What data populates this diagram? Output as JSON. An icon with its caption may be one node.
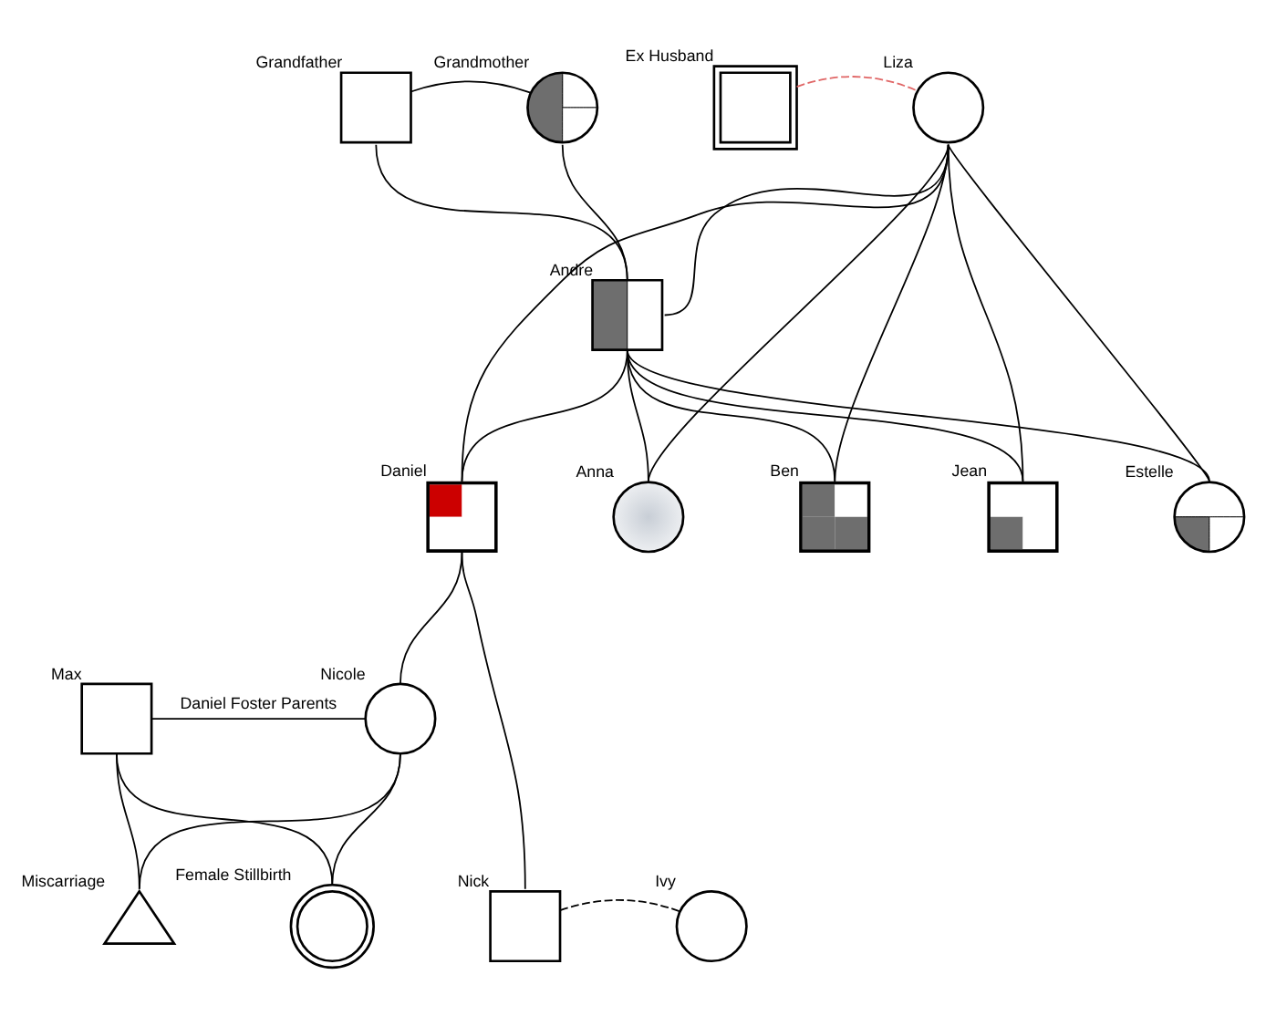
{
  "diagram": {
    "nodes": [
      {
        "text": [
          "Grandfather"
        ]
      },
      {
        "text": [
          "Grandmother"
        ]
      },
      {
        "text": [
          "Ex Husband"
        ]
      },
      {
        "text": [
          "Liza"
        ]
      },
      {
        "text": [
          "Andre"
        ]
      },
      {
        "text": [
          "Daniel"
        ]
      },
      {
        "text": [
          "Anna"
        ]
      },
      {
        "text": [
          "Ben"
        ]
      },
      {
        "text": [
          "Jean"
        ]
      },
      {
        "text": [
          "Estelle"
        ]
      },
      {
        "text": [
          "Max"
        ]
      },
      {
        "text": [
          "Nicole"
        ]
      },
      {
        "text": [
          "Miscarriage"
        ]
      },
      {
        "text": [
          "Female Stillbirth"
        ]
      },
      {
        "text": [
          "Nick"
        ]
      },
      {
        "text": [
          "Ivy"
        ]
      }
    ],
    "edges": [
      {
        "from": 0,
        "to": 1,
        "arrow": "none"
      },
      {
        "from": 2,
        "to": 3,
        "arrow": "none",
        "style": "dashed",
        "color": "#e06666"
      },
      {
        "from": 0,
        "to": 4,
        "arrow": "none"
      },
      {
        "from": 1,
        "to": 4,
        "arrow": "none"
      },
      {
        "from": 4,
        "to": 3,
        "arrow": "none"
      },
      {
        "from": 4,
        "to": 5,
        "arrow": "none"
      },
      {
        "from": 4,
        "to": 6,
        "arrow": "none"
      },
      {
        "from": 4,
        "to": 7,
        "arrow": "none"
      },
      {
        "from": 4,
        "to": 8,
        "arrow": "none"
      },
      {
        "from": 4,
        "to": 9,
        "arrow": "none"
      },
      {
        "from": 3,
        "to": 5,
        "arrow": "none"
      },
      {
        "from": 3,
        "to": 6,
        "arrow": "none"
      },
      {
        "from": 3,
        "to": 7,
        "arrow": "none"
      },
      {
        "from": 3,
        "to": 8,
        "arrow": "none"
      },
      {
        "from": 3,
        "to": 9,
        "arrow": "none"
      },
      {
        "from": 10,
        "to": 11,
        "label": "Daniel Foster Parents",
        "arrow": "none"
      },
      {
        "from": 5,
        "to": 11,
        "arrow": "none"
      },
      {
        "from": 10,
        "to": 12,
        "arrow": "none"
      },
      {
        "from": 11,
        "to": 12,
        "arrow": "none"
      },
      {
        "from": 10,
        "to": 13,
        "arrow": "none"
      },
      {
        "from": 11,
        "to": 13,
        "arrow": "none"
      },
      {
        "from": 5,
        "to": 14,
        "arrow": "none"
      },
      {
        "from": 14,
        "to": 15,
        "arrow": "none",
        "style": "dashed"
      }
    ]
  }
}
